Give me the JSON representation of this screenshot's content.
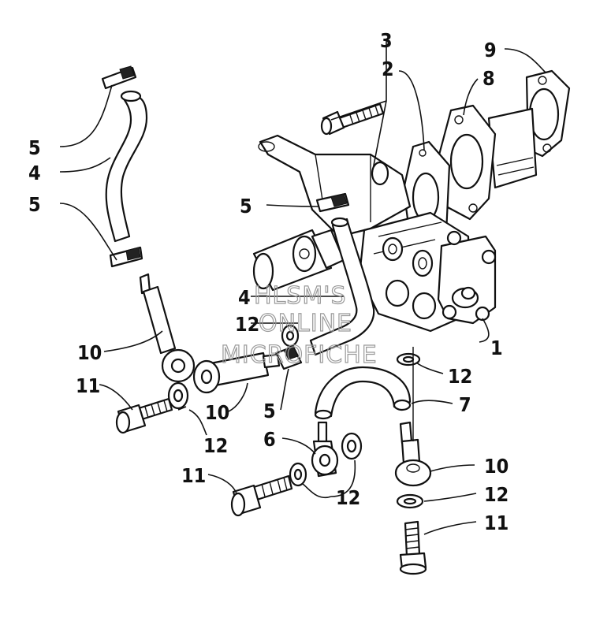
{
  "watermark": {
    "line1": "HLSM'S",
    "line2": "ONLINE",
    "line3": "MICROFICHE"
  },
  "callouts": [
    {
      "id": "c1",
      "text": "1"
    },
    {
      "id": "c2",
      "text": "2"
    },
    {
      "id": "c3",
      "text": "3"
    },
    {
      "id": "c4a",
      "text": "4"
    },
    {
      "id": "c4b",
      "text": "4"
    },
    {
      "id": "c5a",
      "text": "5"
    },
    {
      "id": "c5b",
      "text": "5"
    },
    {
      "id": "c5c",
      "text": "5"
    },
    {
      "id": "c5d",
      "text": "5"
    },
    {
      "id": "c6",
      "text": "6"
    },
    {
      "id": "c7",
      "text": "7"
    },
    {
      "id": "c8",
      "text": "8"
    },
    {
      "id": "c9",
      "text": "9"
    },
    {
      "id": "c10a",
      "text": "10"
    },
    {
      "id": "c10b",
      "text": "10"
    },
    {
      "id": "c10c",
      "text": "10"
    },
    {
      "id": "c11a",
      "text": "11"
    },
    {
      "id": "c11b",
      "text": "11"
    },
    {
      "id": "c11c",
      "text": "11"
    },
    {
      "id": "c12a",
      "text": "12"
    },
    {
      "id": "c12b",
      "text": "12"
    },
    {
      "id": "c12c",
      "text": "12"
    },
    {
      "id": "c12d",
      "text": "12"
    },
    {
      "id": "c12e",
      "text": "12"
    }
  ]
}
